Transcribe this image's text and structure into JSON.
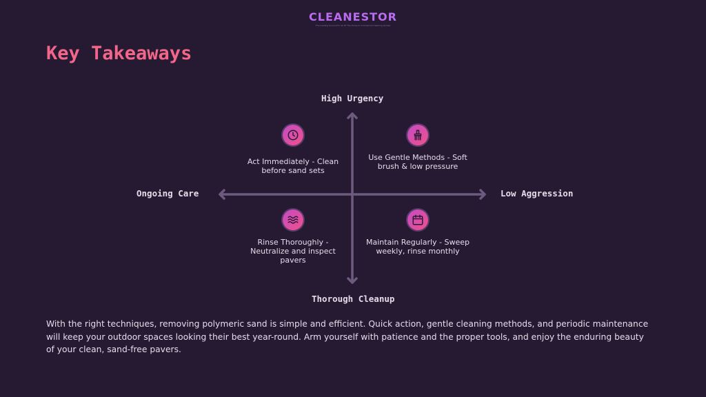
{
  "brand": {
    "name": "CLEANESTOR",
    "tagline": "The Leading Source For All Of The Home & Commercial Cleaning Guides"
  },
  "title": "Key Takeaways",
  "axes": {
    "top": "High Urgency",
    "bottom": "Thorough Cleanup",
    "left": "Ongoing Care",
    "right": "Low Aggression"
  },
  "quadrants": [
    {
      "icon": "clock-icon",
      "text": "Act Immediately - Clean before sand sets"
    },
    {
      "icon": "brush-icon",
      "text": "Use Gentle Methods - Soft brush & low pressure"
    },
    {
      "icon": "water-waves-icon",
      "text": "Rinse Thoroughly - Neutralize and inspect pavers"
    },
    {
      "icon": "calendar-icon",
      "text": "Maintain Regularly - Sweep weekly, rinse monthly"
    }
  ],
  "summary": "With the right techniques, removing polymeric sand is simple and efficient. Quick action, gentle cleaning methods, and periodic maintenance will keep your outdoor spaces looking their best year-round. Arm yourself with patience and the proper tools, and enjoy the enduring beauty of your clean, sand-free pavers.",
  "colors": {
    "background": "#261a33",
    "accent": "#f2668a",
    "axis": "#6d5a7e",
    "icon_gradient": [
      "#c34cc6",
      "#f0508a"
    ]
  }
}
